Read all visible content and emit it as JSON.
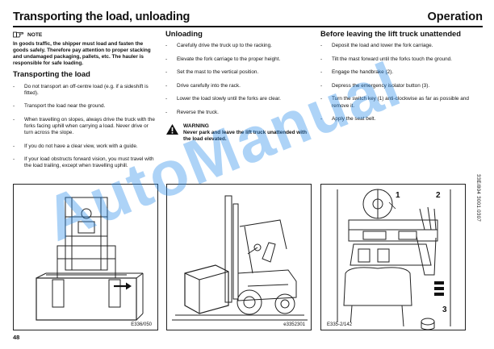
{
  "header": {
    "title": "Transporting the load, unloading",
    "section": "Operation"
  },
  "note": {
    "icon": "pointing-hand-icon",
    "title": "NOTE",
    "text": "In goods traffic, the shipper must load and fasten the goods safely. Therefore pay attention to proper stacking and undamaged packaging, pallets, etc. The hauler is responsible for safe loading."
  },
  "transporting": {
    "title": "Transporting the load",
    "items": [
      "Do not transport an off-centre load (e.g. if a sideshift is fitted).",
      "Transport the load near the ground.",
      "When travelling on slopes, always drive the truck with the forks facing uphill when carrying a load. Never drive or turn across the slope.",
      "If you do not have a clear view, work with a guide.",
      "If your load obstructs forward vision, you must travel with the load trailing, except when travelling uphill."
    ]
  },
  "unloading": {
    "title": "Unloading",
    "items": [
      "Carefully drive the truck up to the racking.",
      "Elevate the fork carriage to the proper height.",
      "Set the mast to the vertical position.",
      "Drive carefully into the rack.",
      "Lower the load slowly until the forks are clear.",
      "Reverse the truck."
    ],
    "warning": {
      "icon": "warning-triangle-icon",
      "title": "WARNING",
      "text": "Never park and leave the lift truck unattended with the load elevated."
    }
  },
  "before_leaving": {
    "title": "Before leaving the lift truck unattended",
    "items": [
      "Deposit the load and lower the fork carriage.",
      "Tilt the mast forward until the forks touch the ground.",
      "Engage the handbrake (2).",
      "Depress the emergency isolator button (3).",
      "Turn the switch key (1) anti-clockwise as far as possible and remove it.",
      "Apply the seat belt."
    ]
  },
  "side_code": "33E/804 3001.0307",
  "figures": [
    {
      "code": "E336/050"
    },
    {
      "code": "e3352301"
    },
    {
      "code": "E335-2/142",
      "callouts": [
        "1",
        "2",
        "3"
      ]
    }
  ],
  "dash": "-",
  "page_number": "48",
  "watermark": "AutoManual"
}
